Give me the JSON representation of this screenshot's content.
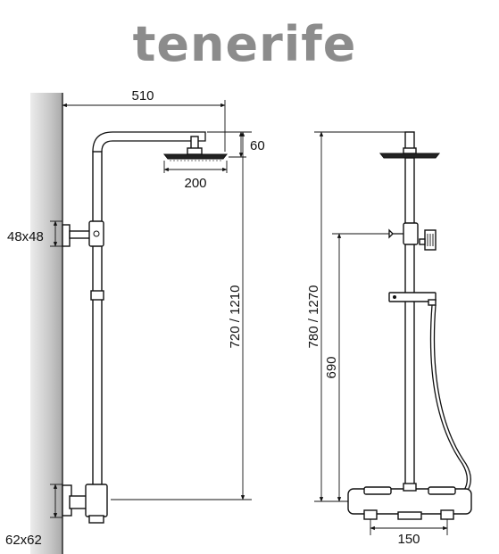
{
  "brand": {
    "name": "tenerife",
    "color": "#8c8c8c"
  },
  "dimensions": {
    "arm_length": "510",
    "head_drop": "60",
    "head_diameter": "200",
    "wall_bracket": "48x48",
    "height_left": "720 / 1210",
    "height_right": "780 / 1270",
    "handshower_height": "690",
    "mixer_bracket": "62x62",
    "mixer_spacing": "150"
  },
  "colors": {
    "wall": "#b8b8b8",
    "line": "#111111"
  }
}
